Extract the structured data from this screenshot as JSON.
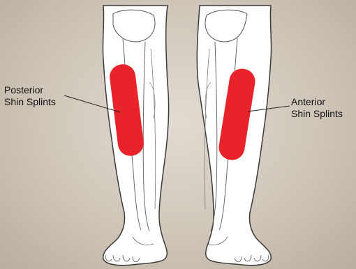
{
  "labels": {
    "posterior": {
      "line1": "Posterior",
      "line2": "Shin Splints"
    },
    "anterior": {
      "line1": "Anterior",
      "line2": "Shin Splints"
    }
  },
  "colors": {
    "highlight": "#e8242a",
    "leg_fill": "#ffffff",
    "outline": "#3a3a3a",
    "background": "#d8d0c5"
  }
}
